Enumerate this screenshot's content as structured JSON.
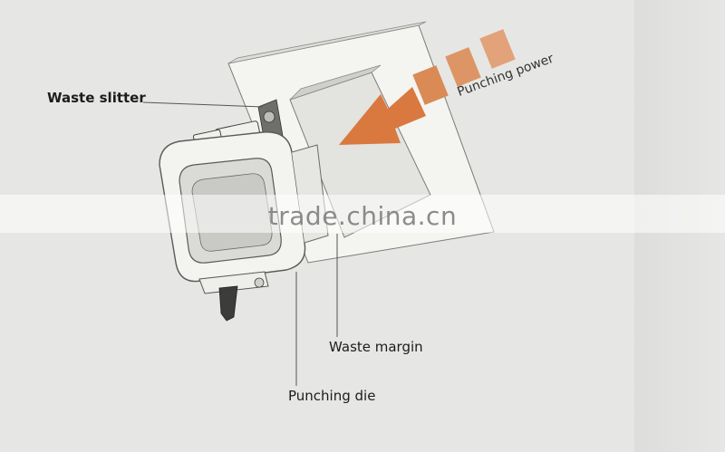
{
  "labels": {
    "waste_slitter": "Waste slitter",
    "punching_power": "Punching power",
    "waste_margin": "Waste margin",
    "punching_die": "Punching die"
  },
  "watermark": "trade.china.cn",
  "colors": {
    "background": "#e6e7e4",
    "arrow": "#d9793f",
    "line": "#555555"
  }
}
